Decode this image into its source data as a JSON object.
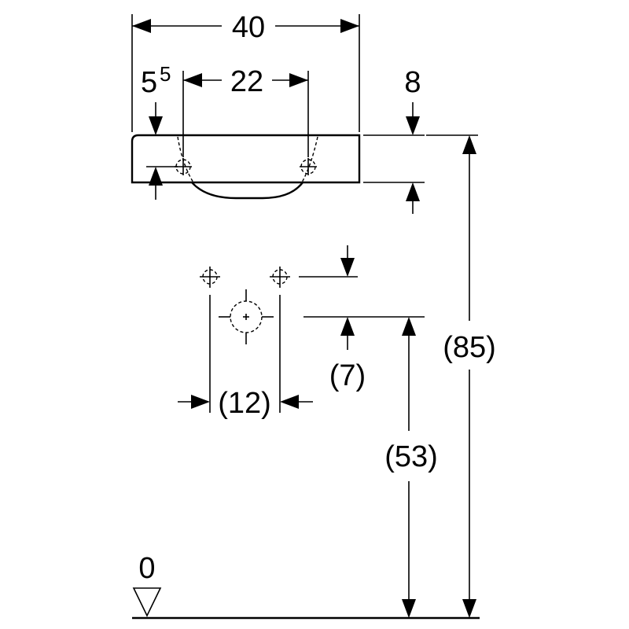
{
  "drawing": {
    "width_label": "40",
    "tap_spacing_label": "22",
    "edge_offset_label": "5",
    "edge_offset_sup": "5",
    "depth_label": "8",
    "total_height_label": "(85)",
    "drain_height_label": "(53)",
    "supply_offset_label": "(7)",
    "supply_spacing_label": "(12)",
    "floor_label": "0"
  }
}
